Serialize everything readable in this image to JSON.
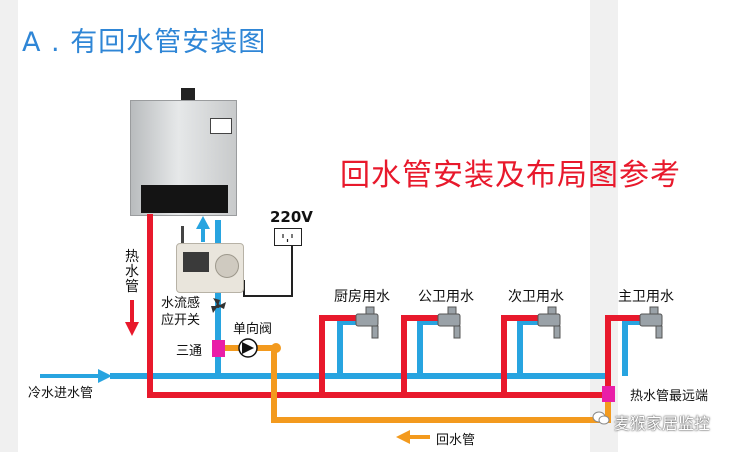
{
  "title": "A . 有回水管安装图",
  "subtitle": "回水管安装及布局图参考",
  "labels": {
    "voltage": "220V",
    "hot_water_pipe": [
      "热",
      "水",
      "管"
    ],
    "flow_switch": [
      "水流感",
      "应开关"
    ],
    "check_valve": "单向阀",
    "tee": "三通",
    "cold_inlet": "冷水进水管",
    "farthest_end": "热水管最远端",
    "return_pipe": "回水管"
  },
  "faucets": [
    "厨房用水",
    "公卫用水",
    "次卫用水",
    "主卫用水"
  ],
  "watermark": "麦猴家居监控",
  "colors": {
    "hot": "#e8192c",
    "cold": "#28a4e0",
    "return": "#f39a1e",
    "fitting": "#e91ea8",
    "title": "#2f86d6"
  },
  "icons": [
    "arrow-up-icon",
    "arrow-down-icon",
    "arrow-right-icon",
    "arrow-left-icon",
    "faucet-icon",
    "fan-icon",
    "check-valve-icon",
    "power-socket-icon",
    "wechat-icon"
  ]
}
